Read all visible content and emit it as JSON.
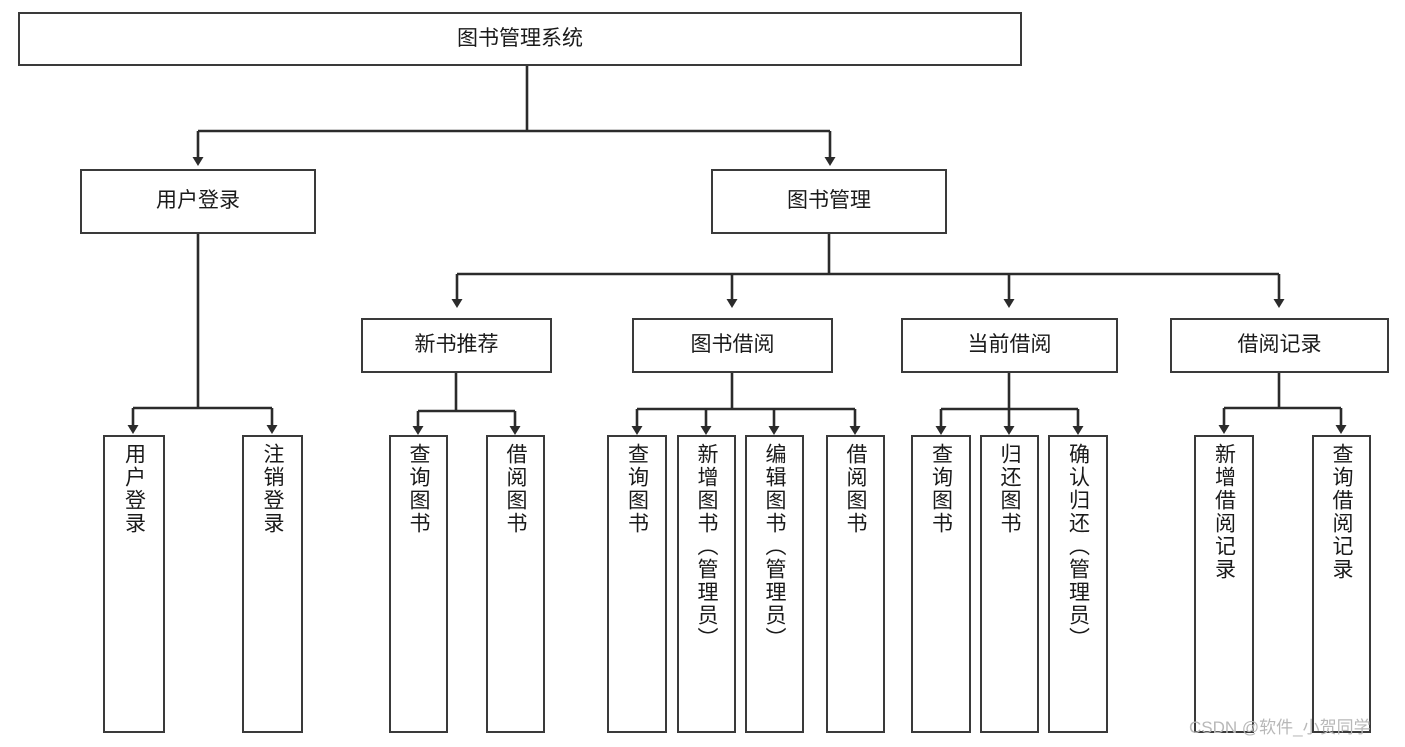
{
  "diagram": {
    "title": "图书管理系统",
    "type": "tree-hierarchy-diagram",
    "root": {
      "id": "root",
      "label": "图书管理系统"
    },
    "level2": [
      {
        "id": "user-login",
        "label": "用户登录"
      },
      {
        "id": "book-management",
        "label": "图书管理"
      }
    ],
    "level3": [
      {
        "id": "new-book-recommend",
        "label": "新书推荐"
      },
      {
        "id": "book-borrow",
        "label": "图书借阅"
      },
      {
        "id": "current-borrow",
        "label": "当前借阅"
      },
      {
        "id": "borrow-record",
        "label": "借阅记录"
      }
    ],
    "leaves": [
      {
        "id": "leaf-user-login",
        "label": "用户登录",
        "parent": "user-login"
      },
      {
        "id": "leaf-logout-login",
        "label": "注销登录",
        "parent": "user-login"
      },
      {
        "id": "leaf-query-book-1",
        "label": "查询图书",
        "parent": "new-book-recommend"
      },
      {
        "id": "leaf-borrow-book-1",
        "label": "借阅图书",
        "parent": "new-book-recommend"
      },
      {
        "id": "leaf-query-book-2",
        "label": "查询图书",
        "parent": "book-borrow"
      },
      {
        "id": "leaf-add-book",
        "label": "新增图书（管理员）",
        "parent": "book-borrow"
      },
      {
        "id": "leaf-edit-book",
        "label": "编辑图书（管理员）",
        "parent": "book-borrow"
      },
      {
        "id": "leaf-borrow-book-2",
        "label": "借阅图书",
        "parent": "book-borrow"
      },
      {
        "id": "leaf-query-book-3",
        "label": "查询图书",
        "parent": "current-borrow"
      },
      {
        "id": "leaf-return-book",
        "label": "归还图书",
        "parent": "current-borrow"
      },
      {
        "id": "leaf-confirm-return",
        "label": "确认归还（管理员）",
        "parent": "current-borrow"
      },
      {
        "id": "leaf-add-borrow-record",
        "label": "新增借阅记录",
        "parent": "borrow-record"
      },
      {
        "id": "leaf-query-borrow-record",
        "label": "查询借阅记录",
        "parent": "borrow-record"
      }
    ],
    "watermark": "CSDN @软件_小贺同学",
    "colors": {
      "border": "#3a3a3a",
      "background": "#ffffff",
      "text": "#1a1a1a",
      "watermark": "#b8b8b8"
    }
  }
}
